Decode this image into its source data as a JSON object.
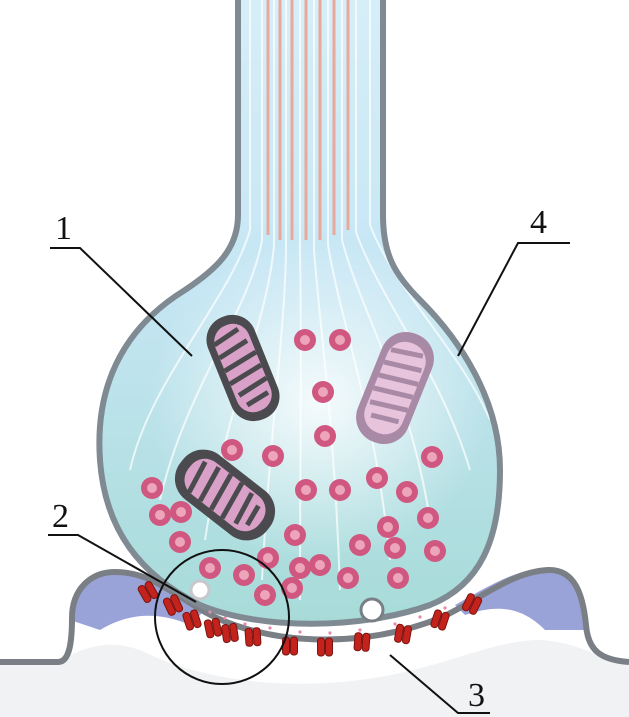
{
  "labels": {
    "one": "1",
    "two": "2",
    "three": "3",
    "four": "4"
  },
  "colors": {
    "cytoplasm_light": "#e3f4fb",
    "cytoplasm_mid": "#b9dff0",
    "cytoplasm_teal": "#9fd6d4",
    "membrane": "#7a7f85",
    "postsynaptic_fill": "#9aa3d8",
    "vesicle": "#d0577f",
    "vesicle_core": "#f4b9cc",
    "mitochondrion_dark": "#4b4b4f",
    "mitochondrion_pink": "#d9a1c7",
    "receptor": "#c4221c",
    "microtubule": "#e8a99a",
    "leader_line": "#111111"
  },
  "icons": {
    "mitochondrion": "mitochondrion-icon",
    "vesicle": "synaptic-vesicle-icon",
    "receptor": "receptor-icon"
  }
}
